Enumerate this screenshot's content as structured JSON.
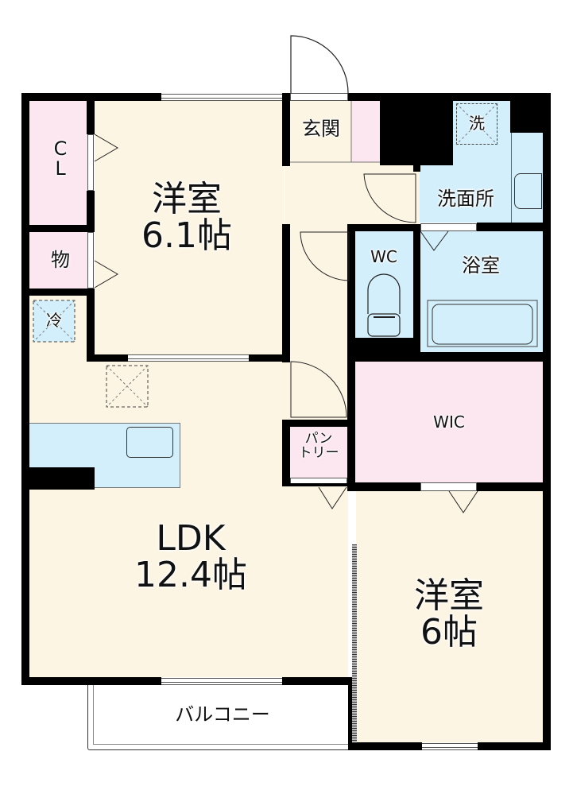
{
  "floor_plan": {
    "rooms": [
      {
        "id": "western-room-1",
        "name": "洋室",
        "size": "6.1帖"
      },
      {
        "id": "ldk",
        "name": "LDK",
        "size": "12.4帖"
      },
      {
        "id": "western-room-2",
        "name": "洋室",
        "size": "6帖"
      },
      {
        "id": "closet",
        "name_line1": "C",
        "name_line2": "L"
      },
      {
        "id": "storage",
        "name": "物"
      },
      {
        "id": "fridge",
        "name": "冷"
      },
      {
        "id": "entrance",
        "name": "玄関"
      },
      {
        "id": "washer",
        "name": "洗"
      },
      {
        "id": "washroom",
        "name": "洗面所"
      },
      {
        "id": "toilet",
        "name": "WC"
      },
      {
        "id": "bathroom",
        "name": "浴室"
      },
      {
        "id": "wic",
        "name": "WIC"
      },
      {
        "id": "pantry",
        "name_line1": "パン",
        "name_line2": "トリー"
      },
      {
        "id": "balcony",
        "name": "バルコニー"
      }
    ],
    "colors": {
      "wall": "#000000",
      "living_floor": "#fdf5e3",
      "storage_floor": "#fce6ef",
      "wet_area_floor": "#d2effb"
    }
  }
}
